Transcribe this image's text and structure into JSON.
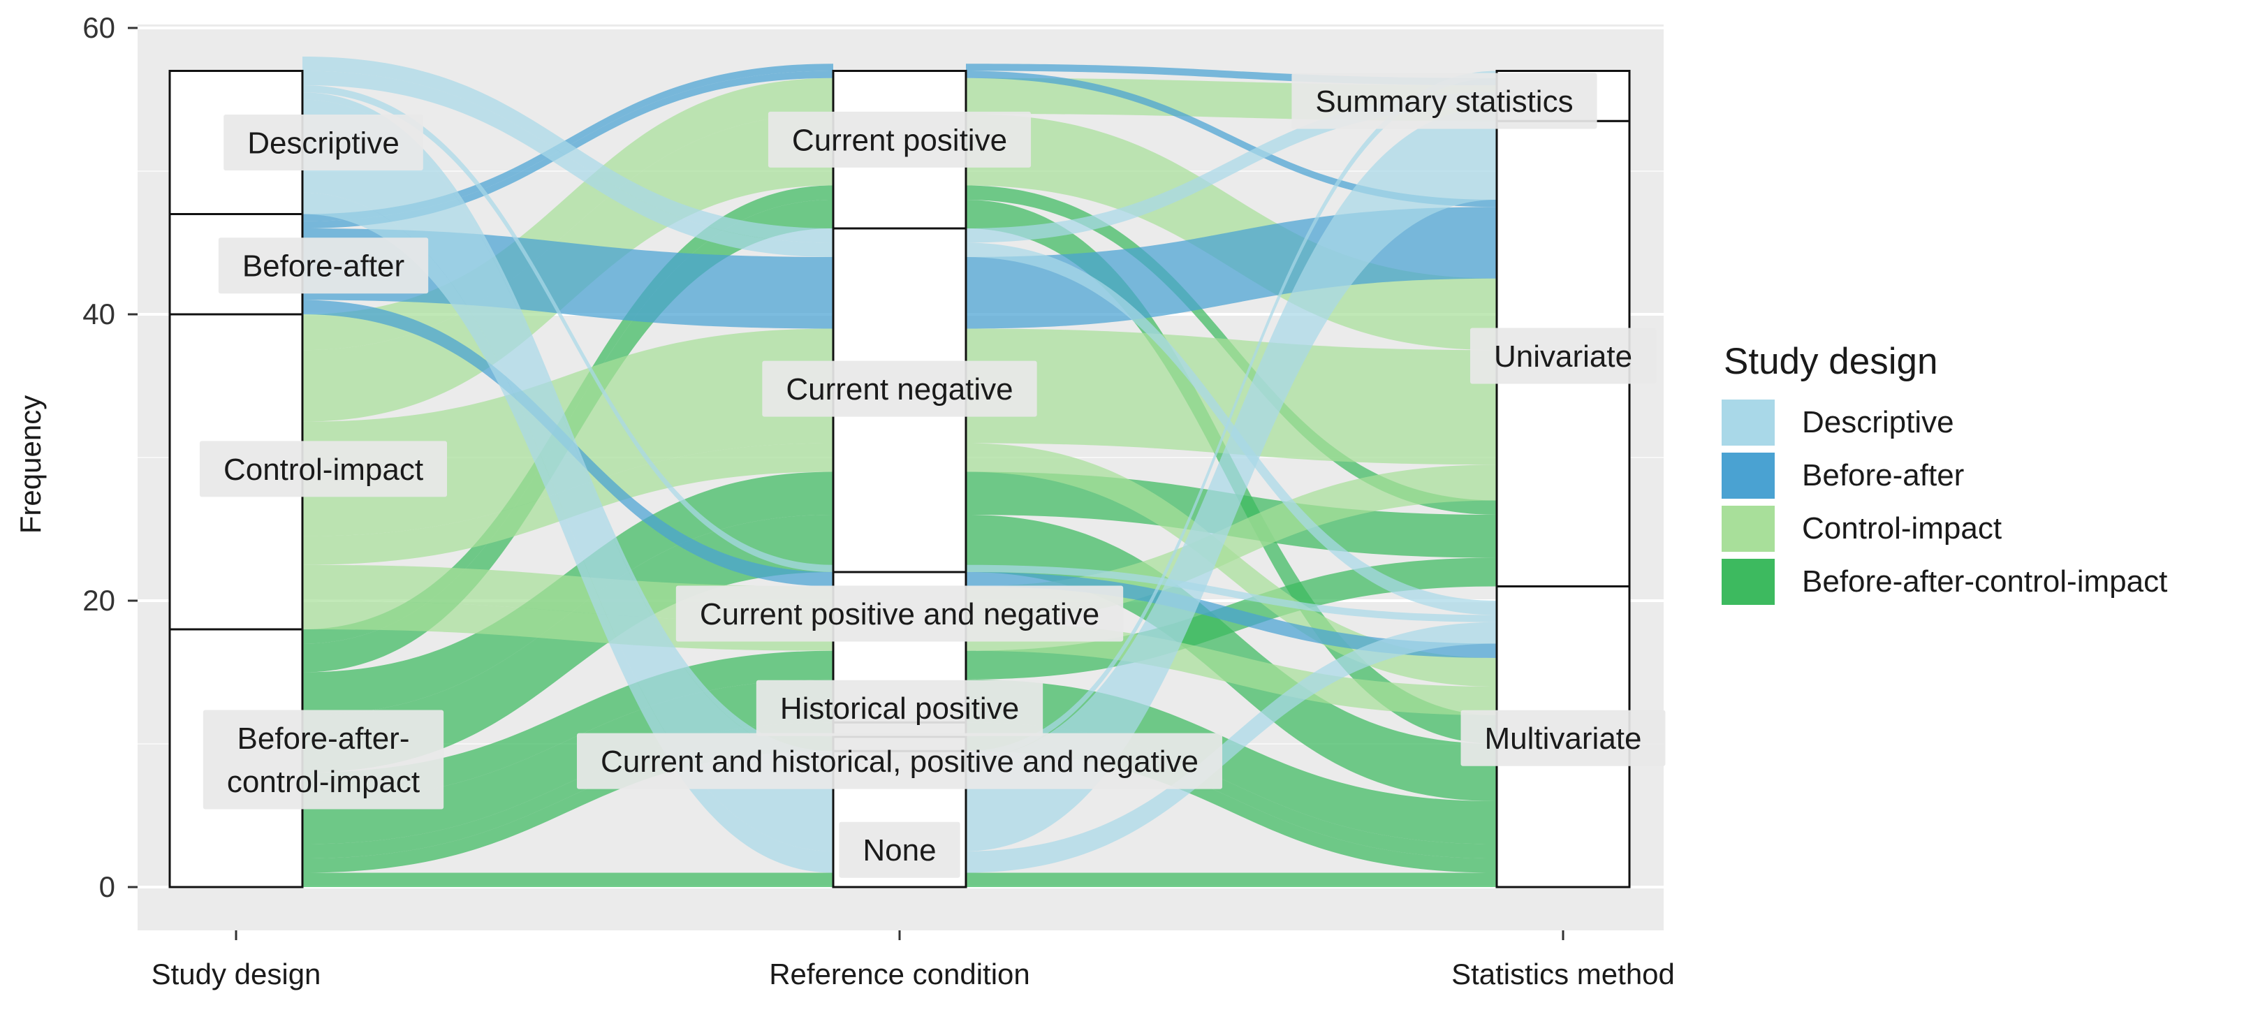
{
  "chart_data": {
    "type": "alluvial",
    "ylabel": "Frequency",
    "yticks": [
      0,
      20,
      40,
      60
    ],
    "ylim": [
      0,
      60
    ],
    "axes": [
      {
        "name": "Study design",
        "strata": [
          {
            "label": "Before-after-control-impact",
            "value": 18
          },
          {
            "label": "Control-impact",
            "value": 22
          },
          {
            "label": "Before-after",
            "value": 7
          },
          {
            "label": "Descriptive",
            "value": 10
          }
        ]
      },
      {
        "name": "Reference condition",
        "strata": [
          {
            "label": "None",
            "value": 9.5
          },
          {
            "label": "Current and historical, positive and negative",
            "value": 1
          },
          {
            "label": "Historical positive",
            "value": 1
          },
          {
            "label": "Current positive and negative",
            "value": 10.5
          },
          {
            "label": "Current negative",
            "value": 24
          },
          {
            "label": "Current positive",
            "value": 11
          }
        ]
      },
      {
        "name": "Statistics method",
        "strata": [
          {
            "label": "Multivariate",
            "value": 21
          },
          {
            "label": "Univariate",
            "value": 32.5
          },
          {
            "label": "Summary statistics",
            "value": 3.5
          }
        ]
      }
    ],
    "legend": {
      "title": "Study design",
      "position": "right",
      "entries": [
        {
          "label": "Descriptive",
          "color": "#a9d8e8"
        },
        {
          "label": "Before-after",
          "color": "#4aa2d2"
        },
        {
          "label": "Control-impact",
          "color": "#a8df9a"
        },
        {
          "label": "Before-after-control-impact",
          "color": "#3dba5f"
        }
      ]
    },
    "flows": [
      {
        "design": "Before-after-control-impact",
        "reference": "None",
        "method": "Multivariate",
        "value": 1
      },
      {
        "design": "Before-after-control-impact",
        "reference": "Current and historical, positive and negative",
        "method": "Multivariate",
        "value": 1
      },
      {
        "design": "Before-after-control-impact",
        "reference": "Historical positive",
        "method": "Multivariate",
        "value": 1
      },
      {
        "design": "Before-after-control-impact",
        "reference": "Current positive and negative",
        "method": "Multivariate",
        "value": 3
      },
      {
        "design": "Before-after-control-impact",
        "reference": "Current positive and negative",
        "method": "Univariate",
        "value": 2
      },
      {
        "design": "Before-after-control-impact",
        "reference": "Current negative",
        "method": "Multivariate",
        "value": 4
      },
      {
        "design": "Before-after-control-impact",
        "reference": "Current negative",
        "method": "Univariate",
        "value": 3
      },
      {
        "design": "Before-after-control-impact",
        "reference": "Current positive",
        "method": "Multivariate",
        "value": 2
      },
      {
        "design": "Before-after-control-impact",
        "reference": "Current positive",
        "method": "Univariate",
        "value": 1
      },
      {
        "design": "Control-impact",
        "reference": "Current positive and negative",
        "method": "Multivariate",
        "value": 2
      },
      {
        "design": "Control-impact",
        "reference": "Current positive and negative",
        "method": "Univariate",
        "value": 2.5
      },
      {
        "design": "Control-impact",
        "reference": "Current negative",
        "method": "Multivariate",
        "value": 2
      },
      {
        "design": "Control-impact",
        "reference": "Current negative",
        "method": "Univariate",
        "value": 8
      },
      {
        "design": "Control-impact",
        "reference": "Current positive",
        "method": "Univariate",
        "value": 5
      },
      {
        "design": "Control-impact",
        "reference": "Current positive",
        "method": "Summary statistics",
        "value": 2.5
      },
      {
        "design": "Before-after",
        "reference": "Current positive and negative",
        "method": "Multivariate",
        "value": 1
      },
      {
        "design": "Before-after",
        "reference": "Current negative",
        "method": "Univariate",
        "value": 5
      },
      {
        "design": "Before-after",
        "reference": "Current positive",
        "method": "Summary statistics",
        "value": 0.5
      },
      {
        "design": "Before-after",
        "reference": "Current positive",
        "method": "Univariate",
        "value": 0.5
      },
      {
        "design": "Descriptive",
        "reference": "None",
        "method": "Multivariate",
        "value": 1.5
      },
      {
        "design": "Descriptive",
        "reference": "None",
        "method": "Univariate",
        "value": 6.5
      },
      {
        "design": "Descriptive",
        "reference": "None",
        "method": "Summary statistics",
        "value": 0.5
      },
      {
        "design": "Descriptive",
        "reference": "Current negative",
        "method": "Multivariate",
        "value": 1
      },
      {
        "design": "Descriptive",
        "reference": "Current negative",
        "method": "Univariate",
        "value": 1
      },
      {
        "design": "Descriptive",
        "reference": "Current positive and negative",
        "method": "Multivariate",
        "value": 0.5
      }
    ]
  }
}
